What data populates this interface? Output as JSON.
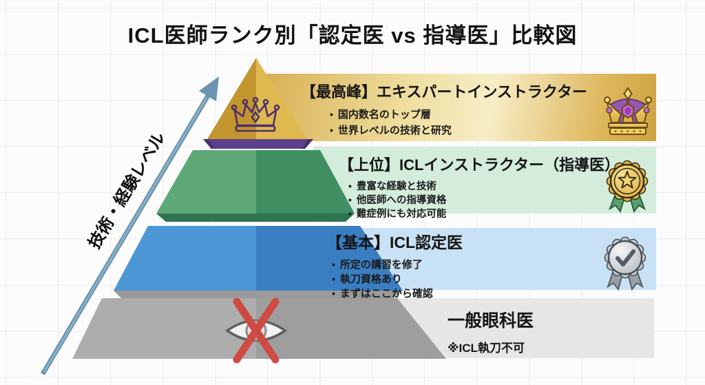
{
  "title": "ICL医師ランク別「認定医 vs 指導医」比較図",
  "axis_label": "技術・経験レベル",
  "tiers": [
    {
      "rank": "最高峰",
      "heading": "【最高峰】エキスパートインストラクター",
      "bullets": [
        "国内数名のトップ層",
        "世界レベルの技術と研究"
      ],
      "icon": "crown-icon",
      "banner_color": "#E9D491",
      "pyramid_color_left": "#C3952F",
      "pyramid_color_right": "#DFB94F"
    },
    {
      "rank": "上位",
      "heading": "【上位】ICLインストラクター（指導医）",
      "bullets": [
        "豊富な経験と技術",
        "他医師への指導資格",
        "難症例にも対応可能"
      ],
      "icon": "gold-medal-icon",
      "banner_color": "#D3ECDC",
      "pyramid_color_left": "#5EA878",
      "pyramid_color_right": "#3F8F63"
    },
    {
      "rank": "基本",
      "heading": "【基本】ICL認定医",
      "bullets": [
        "所定の講習を修了",
        "執刀資格あり",
        "まずはここから確認"
      ],
      "icon": "silver-medal-icon",
      "banner_color": "#C9E1F4",
      "pyramid_color_left": "#4E97D7",
      "pyramid_color_right": "#3A7EC2"
    },
    {
      "rank": "一般",
      "heading": "一般眼科医",
      "note": "※ICL執刀不可",
      "bullets": [],
      "icon": "no-icl-eye-icon",
      "banner_color": "#E6E6E6",
      "pyramid_color_left": "#ADADAD",
      "pyramid_color_right": "#9E9E9E"
    }
  ],
  "colors": {
    "purple_band": "#5B3F8C",
    "green_edge": "#2F7452",
    "blue_edge": "#9A9A9A",
    "arrow": "#6B94B0",
    "cross_red": "#CF4A42",
    "crown_outline_purple": "#4A2F6B"
  }
}
